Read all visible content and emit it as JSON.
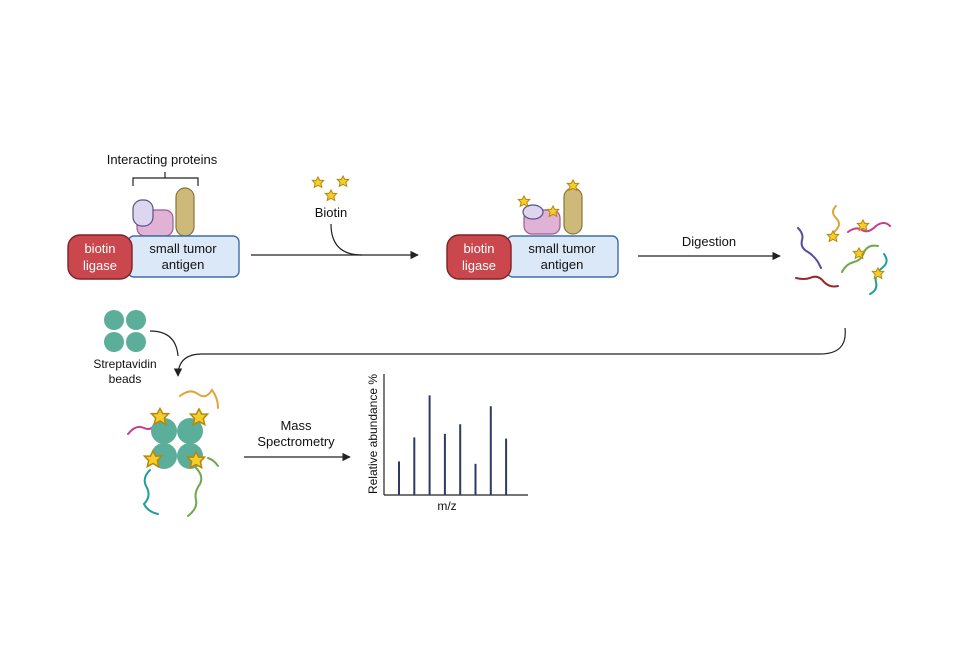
{
  "labels": {
    "interacting_proteins": "Interacting proteins",
    "biotin_ligase_line1": "biotin",
    "biotin_ligase_line2": "ligase",
    "antigen_line1": "small tumor",
    "antigen_line2": "antigen",
    "biotin": "Biotin",
    "digestion": "Digestion",
    "streptavidin_line1": "Streptavidin",
    "streptavidin_line2": "beads",
    "mass_line1": "Mass",
    "mass_line2": "Spectrometry",
    "y_axis": "Relative abundance %",
    "x_axis": "m/z"
  },
  "colors": {
    "ligase": "#c9474d",
    "antigen_fill": "#dbe8f7",
    "antigen_stroke": "#3d6fa6",
    "lavender": "#dcd6ee",
    "pink": "#dfb2d6",
    "tan": "#cdb97a",
    "star": "#f4cf2a",
    "bead": "#5aae9a",
    "spectrum": "#2f3a63"
  },
  "icons": [
    "biotin-star-icon",
    "streptavidin-bead-icon",
    "peptide-icon"
  ],
  "spectrum_peaks": [
    0.28,
    0.48,
    0.83,
    0.51,
    0.59,
    0.26,
    0.74,
    0.47
  ]
}
